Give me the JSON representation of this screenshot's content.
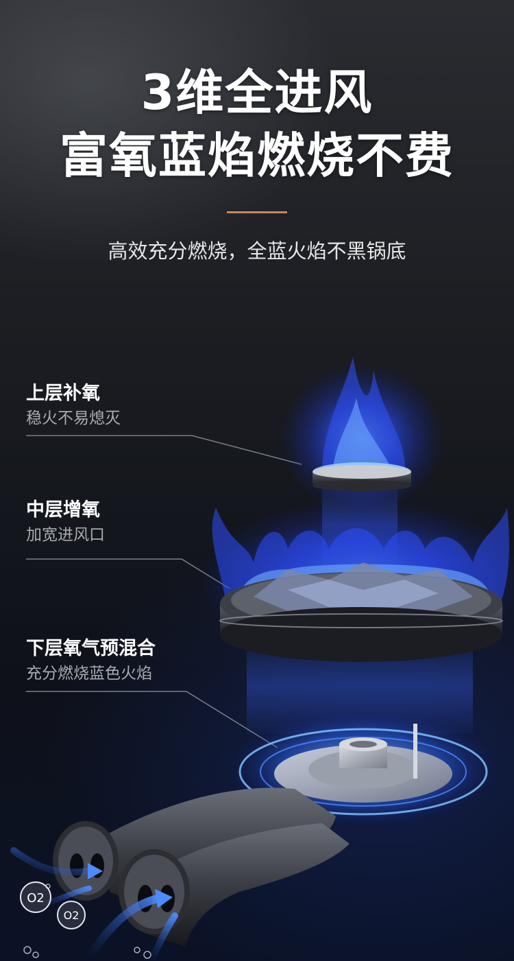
{
  "headline": {
    "line1": "3维全进风",
    "line2": "富氧蓝焰燃烧不费"
  },
  "subtitle": "高效充分燃烧，全蓝火焰不黑锅底",
  "features": [
    {
      "title": "上层补氧",
      "desc": "稳火不易熄灭"
    },
    {
      "title": "中层增氧",
      "desc": "加宽进风口"
    },
    {
      "title": "下层氧气预混合",
      "desc": "充分燃烧蓝色火焰"
    }
  ],
  "bubbles": [
    "O2",
    "O2"
  ],
  "colors": {
    "accent_line": "#c58a5c",
    "flame_blue": "#2f5bff",
    "flame_cyan": "#6fb6ff"
  }
}
